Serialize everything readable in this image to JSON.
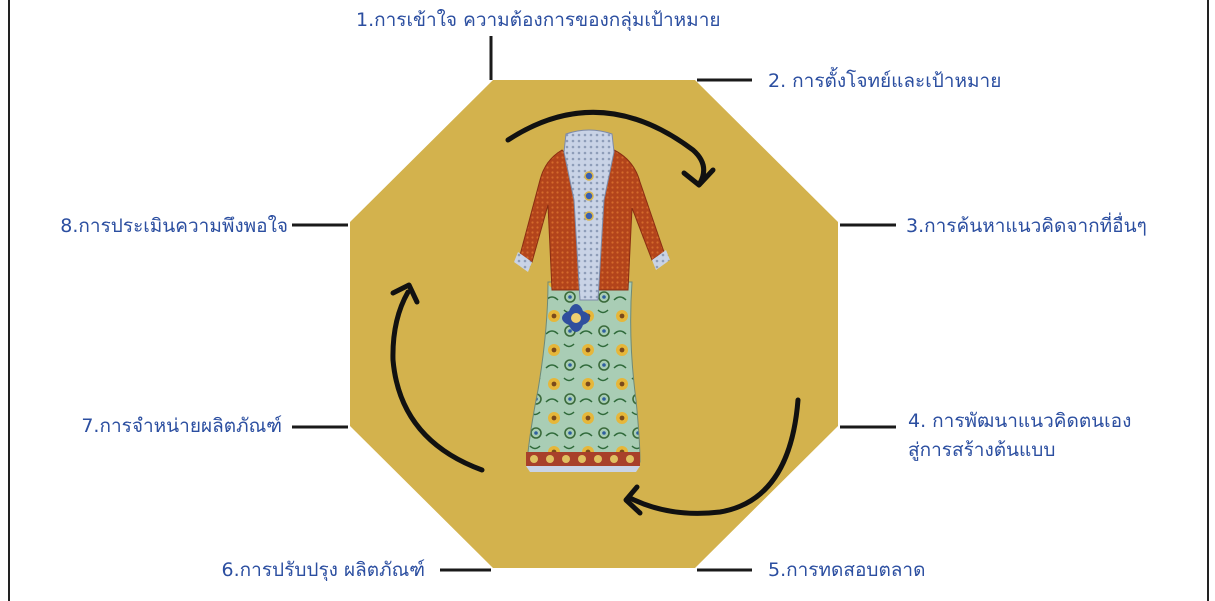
{
  "colors": {
    "octagon": "#d3b24d",
    "label_text": "#2b4ea0",
    "connector": "#1a1a1a",
    "arrow": "#111111"
  },
  "steps": {
    "s1": "1.การเข้าใจ ความต้องการของกลุ่มเป้าหมาย",
    "s2": "2. การตั้งโจทย์และเป้าหมาย",
    "s3": "3.การค้นหาแนวคิดจากที่อื่นๆ",
    "s4_line1": "4. การพัฒนาแนวคิดตนเอง",
    "s4_line2": "สู่การสร้างต้นแบบ",
    "s5": "5.การทดสอบตลาด",
    "s6": "6.การปรับปรุง ผลิตภัณฑ์",
    "s7": "7.การจำหน่ายผลิตภัณฑ์",
    "s8": "8.การประเมินความพึงพอใจ"
  },
  "center_image": "kebaya-dress-illustration"
}
